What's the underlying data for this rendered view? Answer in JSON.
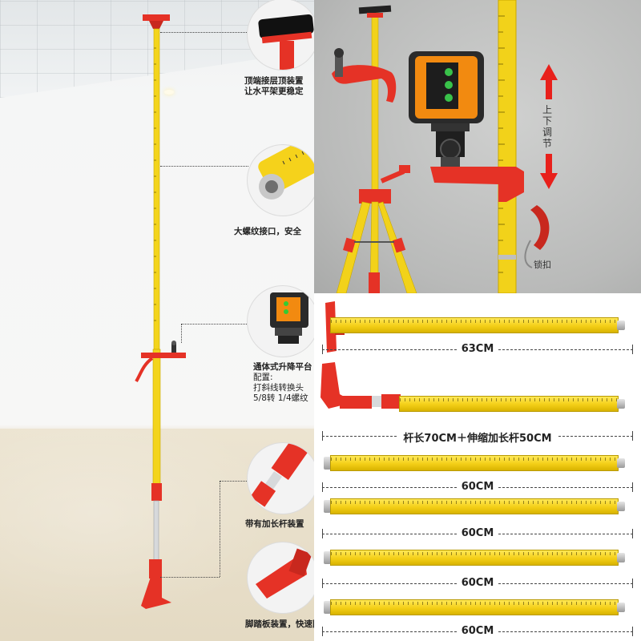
{
  "left_panel": {
    "callouts": [
      {
        "id": "top-support",
        "lines": [
          "顶端接层顶装置",
          "让水平架更稳定"
        ]
      },
      {
        "id": "large-thread",
        "lines": [
          "大螺纹接口，安全"
        ]
      },
      {
        "id": "lift-platform",
        "lines": [
          "通体式升降平台",
          "配置:",
          "打斜线转换头",
          "5/8转  1/4螺纹"
        ]
      },
      {
        "id": "extension-rod",
        "lines": [
          "带有加长杆装置"
        ]
      },
      {
        "id": "foot-pedal",
        "lines": [
          "脚踏板装置，快速固定"
        ]
      }
    ]
  },
  "photo_panel": {
    "adjust_label": [
      "上",
      "下",
      "调",
      "节"
    ],
    "lock_label": "锁扣",
    "colors": {
      "arrow": "#e8201b",
      "bracket": "#e53226",
      "pole": "#f2d21a",
      "laser_body": "#f28a10"
    }
  },
  "poles_panel": {
    "items": [
      {
        "label": "63CM",
        "type": "top-plate"
      },
      {
        "label": "杆长70CM＋伸缩加长杆50CM",
        "type": "foot-pedal"
      },
      {
        "label": "60CM",
        "type": "plain"
      },
      {
        "label": "60CM",
        "type": "plain"
      },
      {
        "label": "60CM",
        "type": "plain"
      },
      {
        "label": "60CM",
        "type": "plain"
      }
    ]
  }
}
